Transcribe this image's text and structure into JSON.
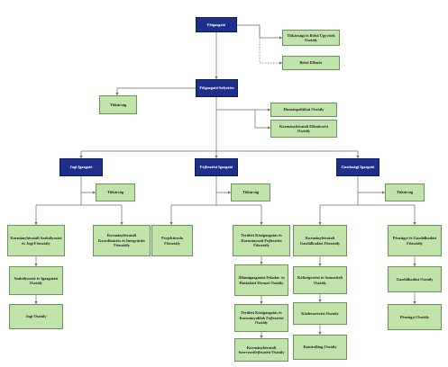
{
  "nodes": {
    "foigazgato": "Főigazgató",
    "titkarsagi_es_belso_ugyviteli": "Titkársági és Belső Ügyviteli Osztály",
    "belso_ellenor": "Belső Ellenőr",
    "foigazgato_helyettes": "Főigazgató-helyettes",
    "titkarsag_fh": "Titkárság",
    "humanpolitikai": "Humánpolitikai Osztály",
    "kormanyhivatali_ellenorzesi": "Kormányhivatali Ellenőrzési Osztály",
    "jogi_igazgato": "Jogi Igazgató",
    "fejlesztesi_igazgato": "Fejlesztési Igazgató",
    "gazdasagi_igazgato": "Gazdasági Igazgató",
    "titkarsag_jogi": "Titkárság",
    "titkarsag_fejl": "Titkárság",
    "titkarsag_gazd": "Titkárság",
    "kh_szabalyozasi": "Kormányhivatali Szabályozási és Jogi Főosztály",
    "szabalyozasi_igazgatasi": "Szabályozási és Igazgatási Osztály",
    "jogi_osztaly": "Jogi Osztály",
    "kh_koordinacios": "Kormányhivatali Koordinációs és Integrációs Főosztály",
    "projektiroda": "Projektiroda Főosztály",
    "teruleti_kozigazgatas_fejl": "Területi Közigazgatás és Kormányzati Fejlesztési Főosztály",
    "allamigazgatasi_feladat": "Államigazgatási Feladat- és Hatásköri Elemző Osztály",
    "teruleti_kormanyablak": "Területi Közigazgatás és Kormányablak Fejlesztési Osztály",
    "kormanyhivatali_szerv": "Kormányhivatali Szervezetfejlesztési Osztály",
    "kh_gazdalkodasi": "Kormányhivatali Gazdálkodási Főosztály",
    "koltsegvetesi_szamviteli": "Költségvetési és Számviteli Osztály",
    "kozbeszerzesi": "Közbeszerzési Osztály",
    "kontrolling": "Kontrolling Osztály",
    "penzugyi_gazdalkodasi": "Pénzügyi és Gazdálkodási Főosztály",
    "gazdalkodasi_osztaly": "Gazdálkodási Osztály",
    "penzugyi_osztaly": "Pénzügyi Osztály"
  }
}
